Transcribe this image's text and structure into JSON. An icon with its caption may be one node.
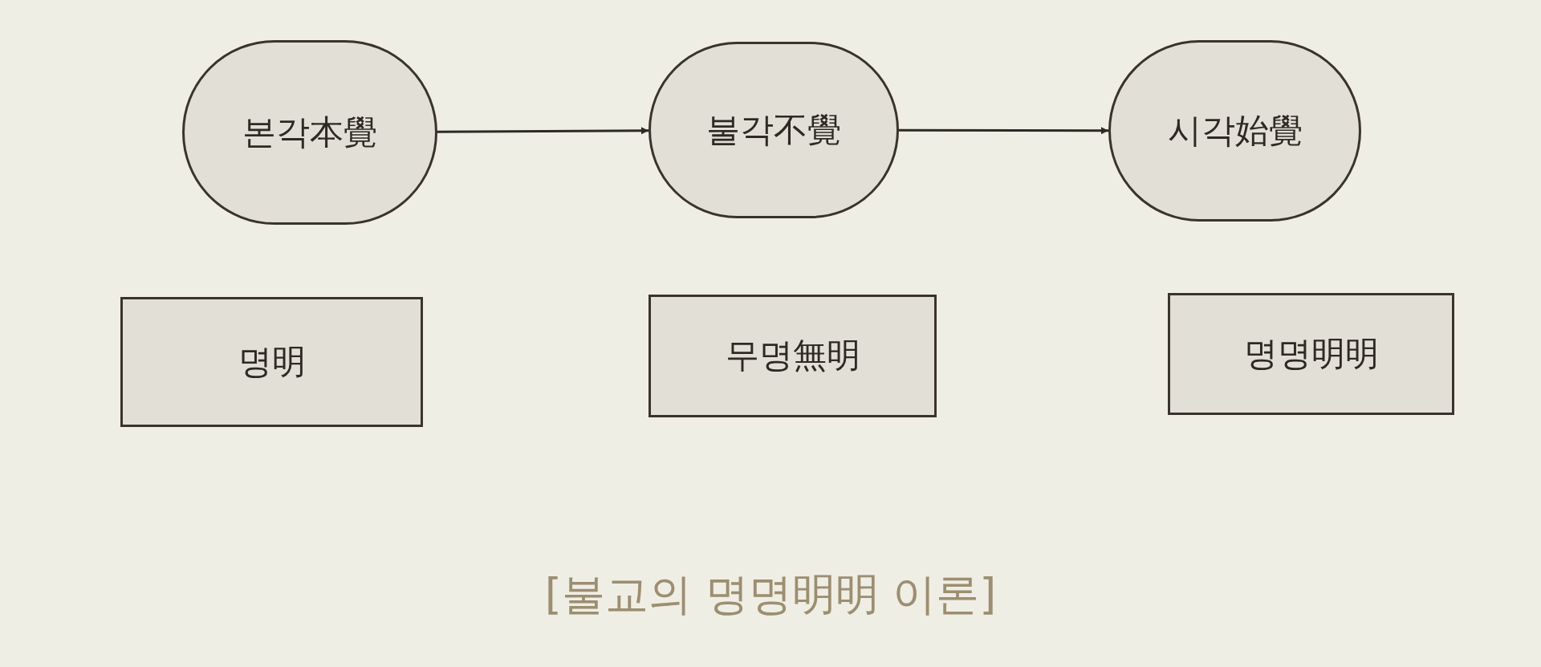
{
  "diagram": {
    "caption": "[불교의 명명明明 이론]",
    "nodes": [
      {
        "text": [
          "본각本覺"
        ]
      },
      {
        "text": [
          "불각不覺"
        ]
      },
      {
        "text": [
          "시각始覺"
        ]
      },
      {
        "text": [
          "명明"
        ]
      },
      {
        "text": [
          "무명無明"
        ]
      },
      {
        "text": [
          "명명明明"
        ]
      }
    ],
    "edges": [
      {
        "from": 0,
        "to": 1,
        "arrow": "to"
      },
      {
        "from": 1,
        "to": 2,
        "arrow": "to"
      }
    ]
  }
}
